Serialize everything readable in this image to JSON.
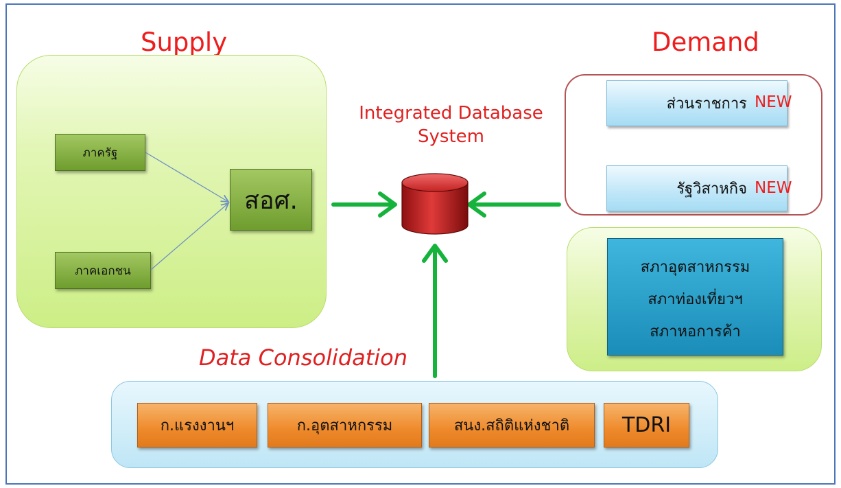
{
  "supply": {
    "title": "Supply",
    "public_sector": "ภาครัฐ",
    "private_sector": "ภาคเอกชน",
    "hub": "สอศ."
  },
  "center": {
    "title": "Integrated Database System",
    "title_line1": "Integrated Database",
    "title_line2": "System"
  },
  "demand": {
    "title": "Demand",
    "government_agencies": "ส่วนราชการ",
    "state_enterprises": "รัฐวิสาหกิจ",
    "new_label_1": "NEW",
    "new_label_2": "NEW",
    "councils": [
      "สภาอุตสาหกรรม",
      "สภาท่องเที่ยวฯ",
      "สภาหอการค้า"
    ]
  },
  "consolidation": {
    "label": "Data Consolidation",
    "sources": [
      "ก.แรงงานฯ",
      "ก.อุตสาหกรรม",
      "สนง.สถิติแห่งชาติ",
      "TDRI"
    ]
  },
  "colors": {
    "title_red": "#ee1c1c",
    "arrow_green": "#16b33c",
    "thin_arrow_blue": "#6e8fc4",
    "supply_box_green": "#7aa63a",
    "orange_box": "#ee8a2b",
    "teal_box": "#1a8db8",
    "database_red": "#c42222"
  },
  "icons": {
    "database": "database-cylinder-icon"
  }
}
